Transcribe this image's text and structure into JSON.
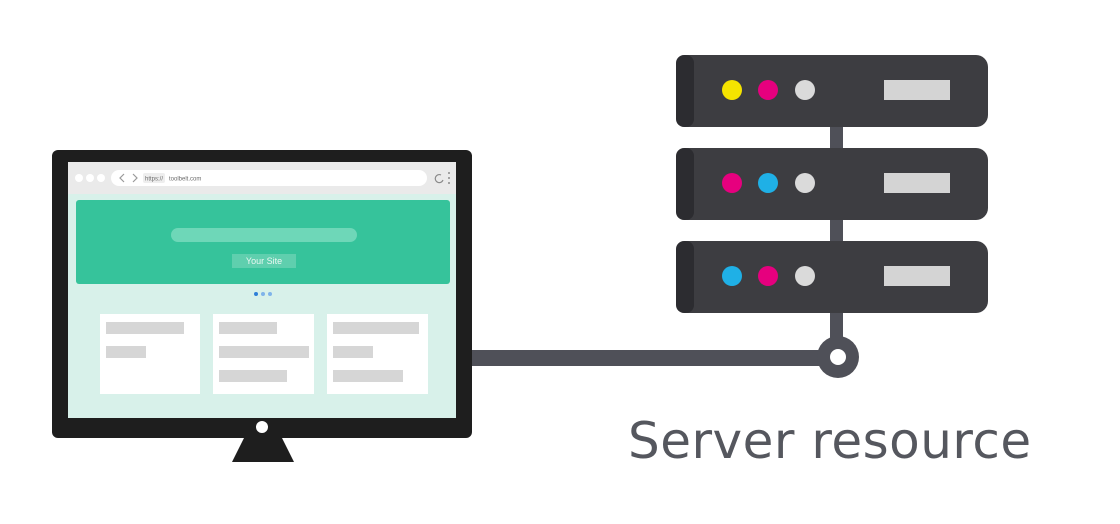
{
  "caption": "Server resource",
  "browser": {
    "url_protocol": "https://",
    "url_text": "toolbelt.com",
    "hero_button_label": "Your Site"
  },
  "server": {
    "units": [
      {
        "leds": [
          "#f5e400",
          "#e6007e",
          "#dadada"
        ]
      },
      {
        "leds": [
          "#e6007e",
          "#1fb0e6",
          "#dadada"
        ]
      },
      {
        "leds": [
          "#1fb0e6",
          "#e6007e",
          "#dadada"
        ]
      }
    ]
  },
  "colors": {
    "device_dark": "#1e1e1e",
    "server_dark": "#3d3d41",
    "connector": "#4f5058",
    "hero_green": "#36c39b",
    "page_bg": "#d8f1ea",
    "card_bg": "#ffffff",
    "placeholder_grey": "#d6d6d6",
    "caption": "#55575e"
  },
  "icons": [
    "back-arrow-icon",
    "forward-arrow-icon",
    "refresh-icon",
    "more-icon"
  ]
}
